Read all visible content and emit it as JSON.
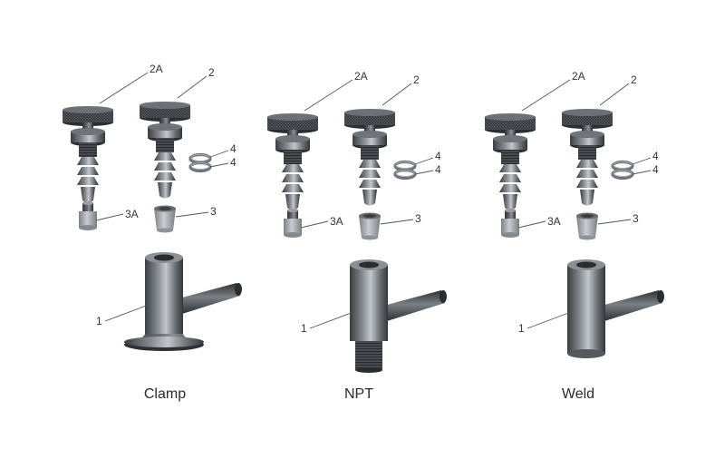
{
  "colors": {
    "metal_dark": "#3e4246",
    "metal_mid": "#6a6e73",
    "metal_light": "#b4b8bc",
    "ring": "#8a8e92",
    "insert": "#a9adb1",
    "text": "#333333"
  },
  "assemblies": [
    {
      "caption": "Clamp",
      "callouts": {
        "p2a": "2A",
        "p2": "2",
        "p4a": "4",
        "p4b": "4",
        "p3a": "3A",
        "p3": "3",
        "p1": "1"
      }
    },
    {
      "caption": "NPT",
      "callouts": {
        "p2a": "2A",
        "p2": "2",
        "p4a": "4",
        "p4b": "4",
        "p3a": "3A",
        "p3": "3",
        "p1": "1"
      }
    },
    {
      "caption": "Weld",
      "callouts": {
        "p2a": "2A",
        "p2": "2",
        "p4a": "4",
        "p4b": "4",
        "p3a": "3A",
        "p3": "3",
        "p1": "1"
      }
    }
  ]
}
